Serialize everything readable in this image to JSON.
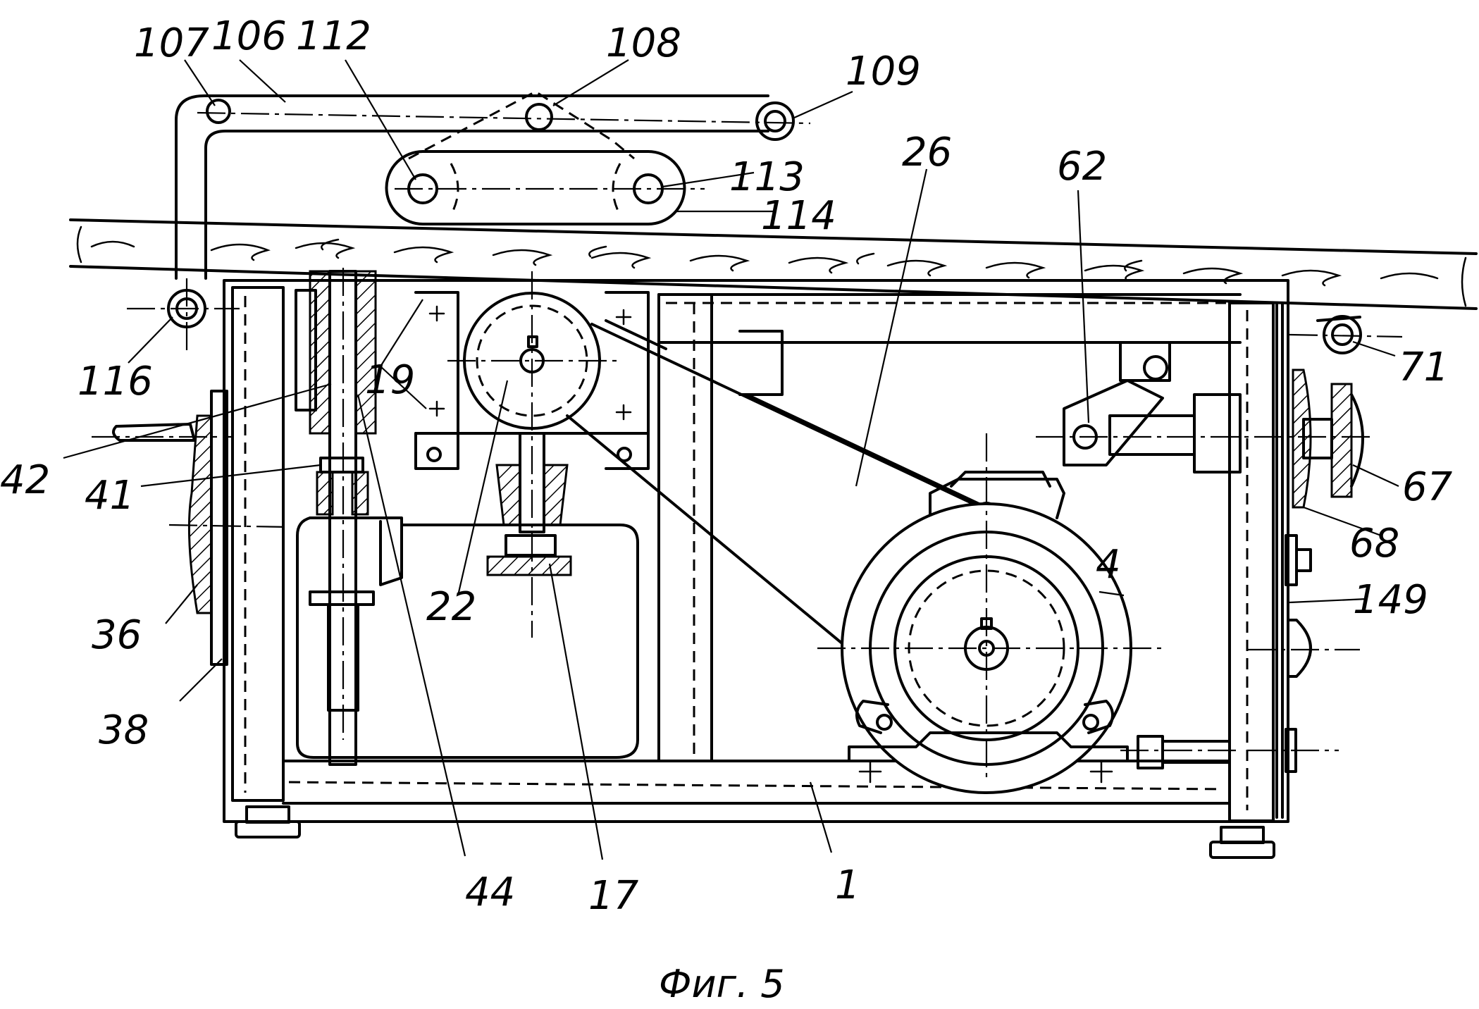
{
  "figure": {
    "caption": "Фиг. 5",
    "labels": {
      "l1": "1",
      "l4": "4",
      "l17": "17",
      "l19": "19",
      "l22": "22",
      "l26": "26",
      "l36": "36",
      "l38": "38",
      "l41": "41",
      "l42": "42",
      "l44": "44",
      "l62": "62",
      "l67": "67",
      "l68": "68",
      "l71": "71",
      "l106": "106",
      "l107": "107",
      "l108": "108",
      "l109": "109",
      "l112": "112",
      "l113": "113",
      "l114": "114",
      "l116": "116",
      "l149": "149"
    }
  }
}
